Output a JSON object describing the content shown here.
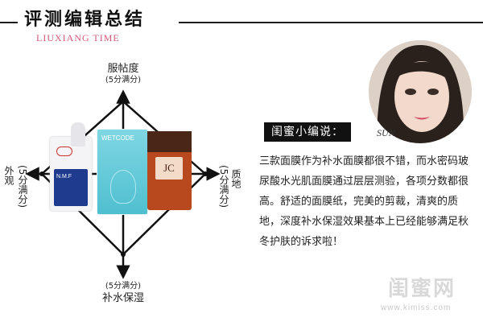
{
  "header": {
    "title": "评测编辑总结",
    "subtitle": "LIUXIANG TIME"
  },
  "axes": {
    "top_label": "服帖度",
    "top_score": "(5分满分)",
    "bottom_label": "补水保湿",
    "bottom_score": "(5分满分)",
    "left_label": "外观",
    "left_score": "(5分满分)",
    "right_label": "质地",
    "right_score": "(5分满分)"
  },
  "products": {
    "blue_text": "N.M.F",
    "teal_logo": "WETCODE",
    "brown_logo": "JC"
  },
  "reviewer": {
    "label": "闺蜜小编说：",
    "name": "SUN",
    "review": "三款面膜作为补水面膜都很不错，而水密码玻尿酸水光肌面膜通过层层测验，各项分数都很高。舒适的面膜纸，完美的剪裁，清爽的质地，深度补水保湿效果基本上已经能够满足秋冬护肤的诉求啦！"
  },
  "watermark": {
    "cn": "闺蜜网",
    "url": "www.kimiss.com"
  },
  "colors": {
    "subtitle": "#d45a7a",
    "label_bg": "#111111"
  }
}
